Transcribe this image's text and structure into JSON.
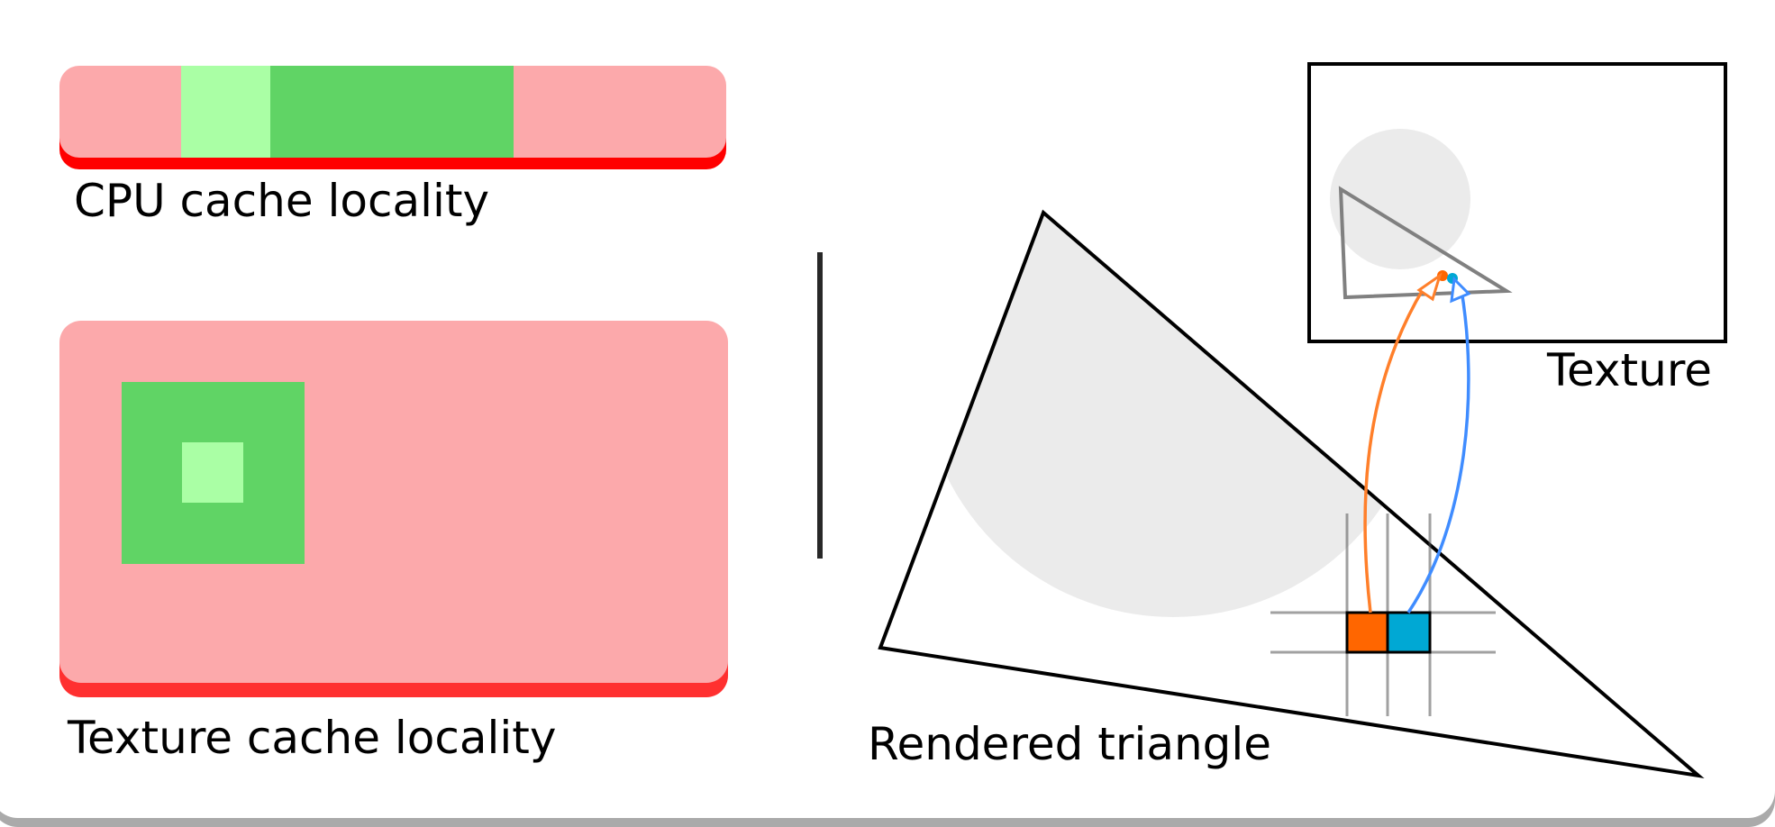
{
  "labels": {
    "cpu_cache": "CPU cache locality",
    "texture_cache": "Texture cache locality",
    "texture": "Texture",
    "rendered_triangle": "Rendered triangle"
  },
  "colors": {
    "cache_miss": "#fca9ab",
    "cache_miss_edge": "#ff1a1a",
    "cache_hit": "#60d465",
    "cache_hit_current": "#aaffa5",
    "pixel_a": "#ff6600",
    "pixel_b": "#00a8d4",
    "sample_arrow_a": "#ff7f2a",
    "sample_arrow_b": "#3f8cff",
    "texture_region": "#ebebeb",
    "outline": "#000000"
  },
  "icons": {
    "sample_arrow_a": "orange-curved-arrow-icon",
    "sample_arrow_b": "blue-curved-arrow-icon"
  }
}
